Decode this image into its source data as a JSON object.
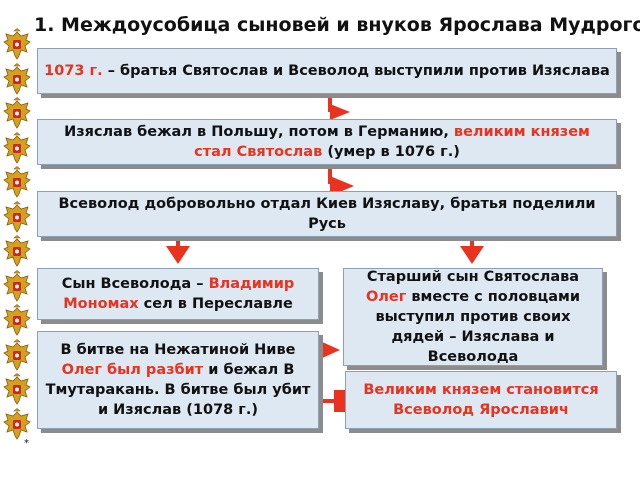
{
  "title": "1. Междоусобица сыновей и внуков Ярослава Мудрого",
  "footnote": "*",
  "boxes": {
    "b1": {
      "red": "1073 г.",
      "text": " – братья Святослав и Всеволод выступили против Изяслава"
    },
    "b2": {
      "text": "Изяслав бежал в Польшу, потом в Германию, ",
      "red": "великим князем стал Святослав",
      "text2": " (умер в 1076 г.)"
    },
    "b3": {
      "text": "Всеволод добровольно отдал Киев Изяславу, братья поделили Русь"
    },
    "b4": {
      "text": "Сын Всеволода – ",
      "red": "Владимир Мономах",
      "text2": " сел в Переславле"
    },
    "b5": {
      "text": "Старший сын Святослава ",
      "red": "Олег",
      "text2": " вместе с половцами выступил против своих дядей – Изяслава и Всеволода"
    },
    "b6": {
      "text": "В битве на Нежатиной Ниве ",
      "red": "Олег был разбит",
      "text2": " и бежал В Тмутаракань. В битве был убит и Изяслав (1078 г.)"
    },
    "b7": {
      "red": "Великим князем становится Всеволод Ярославич"
    }
  },
  "colors": {
    "box_bg": "#dde8f3",
    "accent_red": "#e8331f",
    "arrow": "#e8331f"
  },
  "icons": {
    "emblem": "double-headed-eagle-icon"
  }
}
